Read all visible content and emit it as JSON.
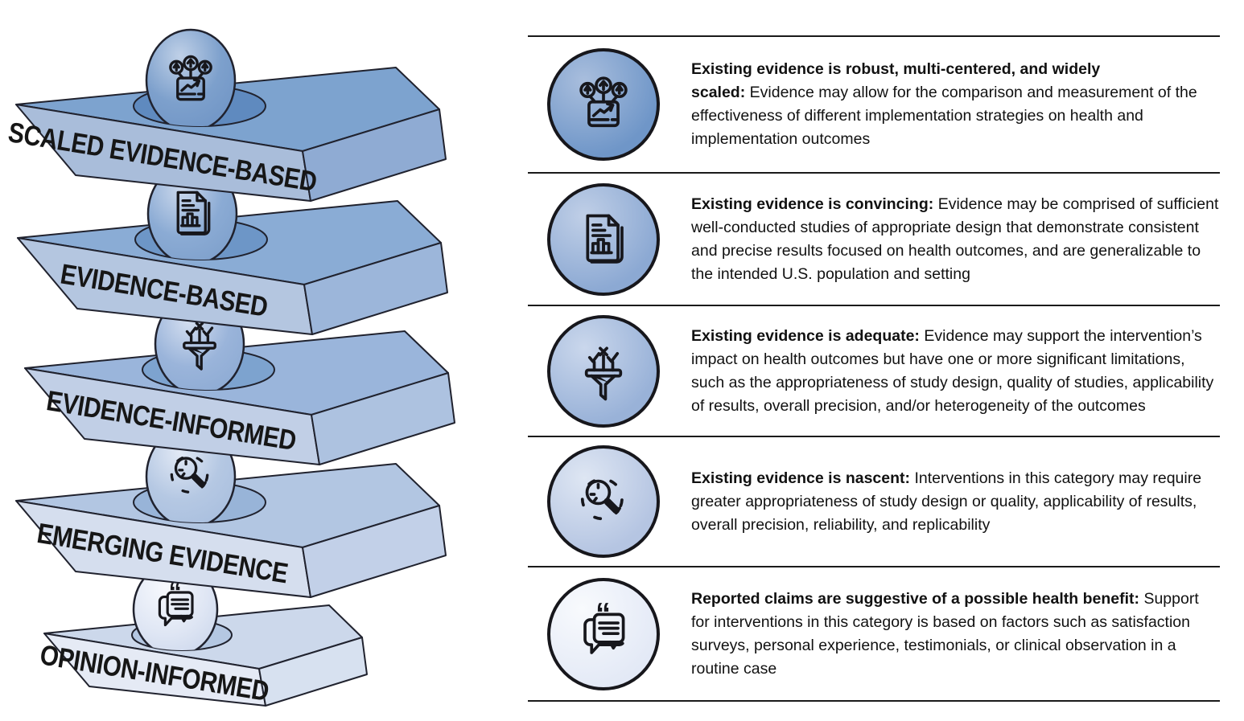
{
  "stack": {
    "layers": [
      {
        "label": "SCALED EVIDENCE-BASED",
        "icon": "growth-monitor"
      },
      {
        "label": "EVIDENCE-BASED",
        "icon": "report-document"
      },
      {
        "label": "EVIDENCE-INFORMED",
        "icon": "filter-funnel"
      },
      {
        "label": "EMERGING EVIDENCE",
        "icon": "search-magnifier"
      },
      {
        "label": "OPINION-INFORMED",
        "icon": "speech-quotes"
      }
    ]
  },
  "legend": {
    "rows": [
      {
        "icon": "growth-monitor",
        "bold": "Existing evidence is robust, multi-centered, and widely scaled:",
        "text": "Evidence may allow for the comparison and measurement of the effectiveness of different implementation strategies on health and implementation outcomes"
      },
      {
        "icon": "report-document",
        "bold": "Existing evidence is convincing:",
        "text": "Evidence may be comprised of sufficient well-conducted studies of appropriate design that demonstrate consistent and precise results focused on health outcomes, and are generalizable to the intended U.S. population and setting"
      },
      {
        "icon": "filter-funnel",
        "bold": "Existing evidence is adequate:",
        "text": "Evidence may support the intervention’s impact on health outcomes but have one or more significant limitations, such as the appropriateness of study design, quality of studies, applicability of results, overall precision, and/or heterogeneity of the outcomes"
      },
      {
        "icon": "search-magnifier",
        "bold": "Existing evidence is nascent:",
        "text": "Interventions in this category may require greater appropriateness of study design or quality, applicability of results, overall precision, reliability, and replicability"
      },
      {
        "icon": "speech-quotes",
        "bold": "Reported claims are suggestive of a possible health benefit:",
        "text": "Support for interventions in this category is based on factors such as satisfaction surveys, personal experience, testimonials, or clinical observation in a routine case"
      }
    ]
  },
  "colors": {
    "row_blues": [
      "#6f96c8",
      "#8ca9d3",
      "#99b2d8",
      "#b5c5e2",
      "#e3e9f6"
    ],
    "outline": "#17171c",
    "divider": "#1a1a1a",
    "label_text": "#161616",
    "body_text": "#111111"
  }
}
